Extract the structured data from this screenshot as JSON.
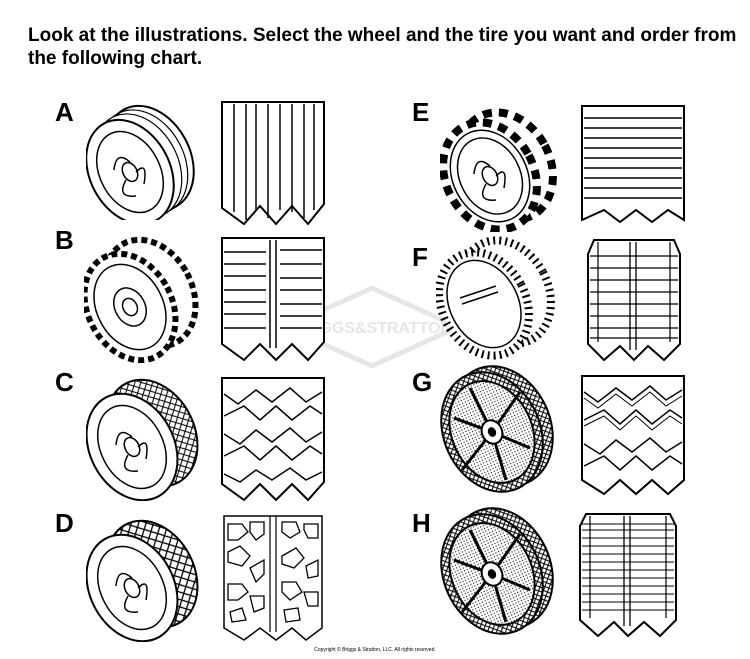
{
  "instructions": "Look at the illustrations. Select the wheel and the tire you want and order from the following chart.",
  "watermark": "BRIGGS&STRATTON",
  "options": [
    {
      "letter": "A",
      "wheel_icon": "ribbed-wheel-icon",
      "tread_icon": "straight-rib-tread-icon"
    },
    {
      "letter": "B",
      "wheel_icon": "block-tread-wheel-icon",
      "tread_icon": "center-rib-block-tread-icon"
    },
    {
      "letter": "C",
      "wheel_icon": "diamond-tread-wheel-icon",
      "tread_icon": "chevron-tread-icon"
    },
    {
      "letter": "D",
      "wheel_icon": "knobby-tread-wheel-icon",
      "tread_icon": "knobby-tread-icon"
    },
    {
      "letter": "E",
      "wheel_icon": "lug-tread-wheel-icon",
      "tread_icon": "horizontal-bar-tread-icon"
    },
    {
      "letter": "F",
      "wheel_icon": "bar-tread-wheel-icon",
      "tread_icon": "center-rib-bar-tread-icon"
    },
    {
      "letter": "G",
      "wheel_icon": "spoked-chevron-wheel-icon",
      "tread_icon": "chevron-tread-icon"
    },
    {
      "letter": "H",
      "wheel_icon": "spoked-bar-wheel-icon",
      "tread_icon": "center-rib-bar-tread-icon"
    }
  ],
  "copyright": "Copyright © Briggs & Stratton, LLC. All rights reserved."
}
